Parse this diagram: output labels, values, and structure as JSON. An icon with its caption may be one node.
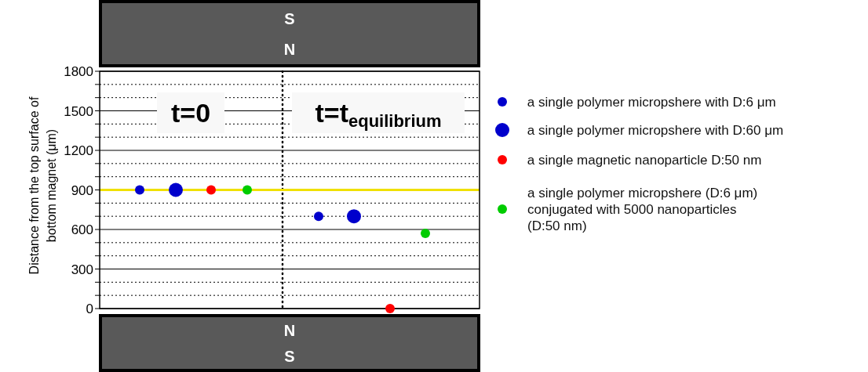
{
  "diagram": {
    "nodes": [
      {
        "text": [
          "S",
          "N"
        ]
      },
      {
        "text": [
          "N",
          "S"
        ]
      }
    ],
    "edges": [],
    "legend": [
      {
        "text": "a single polymer micropshere with D:6 μm",
        "color": "#0000cc"
      },
      {
        "text": "a single polymer micropshere with D:60 μm",
        "color": "#0000cc"
      },
      {
        "text": "a single magnetic nanoparticle D:50 nm",
        "color": "#ff0000"
      },
      {
        "text": "a single polymer micropshere (D:6 μm) conjugated with 5000 nanoparticles (D:50 nm)",
        "color": "#00cc00"
      }
    ],
    "chart_data": {
      "type": "scatter",
      "ylabel": "Distance from the top surface of bottom magnet (μm)",
      "categories": [
        "t=0",
        "t=t$_{equilibrium}$"
      ],
      "ylim": [
        0,
        1800
      ],
      "grid": true,
      "ref_lines": [
        {
          "axis": "y",
          "value": 900,
          "color": "#f0e000"
        }
      ],
      "yticks": [
        0,
        300,
        600,
        900,
        1200,
        1500,
        1800
      ],
      "series": [
        {
          "color": "#0000cc",
          "values": [
            900,
            700
          ]
        },
        {
          "color": "#0000cc",
          "values": [
            900,
            700
          ]
        },
        {
          "color": "#ff0000",
          "values": [
            900,
            0
          ]
        },
        {
          "color": "#00cc00",
          "values": [
            900,
            570
          ]
        }
      ]
    }
  }
}
